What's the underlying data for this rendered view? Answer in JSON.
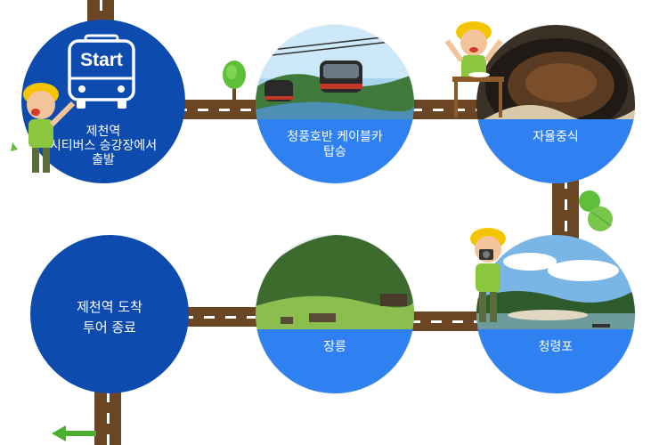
{
  "start": {
    "badge": "Start",
    "label": "제천역\n시티버스 승강장에서\n출발"
  },
  "stops": [
    {
      "id": "cable-car",
      "label": "청풍호반 케이블카\n탑승",
      "photo": "cable-car-over-lake"
    },
    {
      "id": "lunch",
      "label": "자율중식",
      "photo": "korean-food"
    },
    {
      "id": "cheongnyeongpo",
      "label": "청령포",
      "photo": "river-landscape"
    },
    {
      "id": "jangneung",
      "label": "장릉",
      "photo": "royal-tomb-grounds"
    }
  ],
  "end": {
    "label": "제천역 도착\n투어 종료"
  },
  "colors": {
    "road": "#6b4524",
    "navy_circle": "#0e4bae",
    "label_band": "#2f80f0",
    "tree": "#5fbf3a"
  },
  "icons": [
    "bus-icon",
    "tree-icon",
    "hiker-mascot",
    "arrow-left-icon"
  ]
}
